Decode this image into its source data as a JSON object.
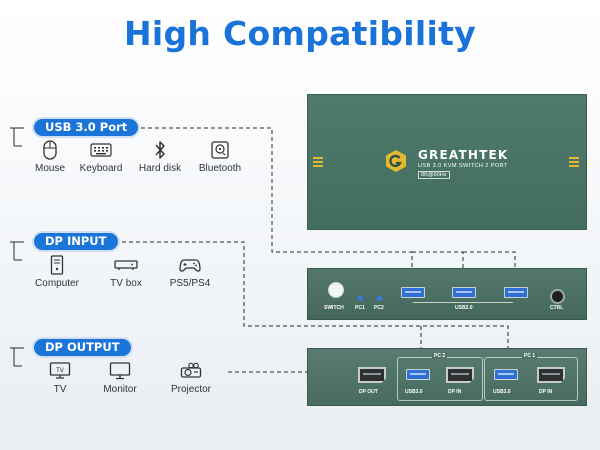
{
  "title": "High Compatibility",
  "usb_section": {
    "label": "USB 3.0 Port",
    "devices": [
      {
        "name": "Mouse",
        "icon": "mouse-icon"
      },
      {
        "name": "Keyboard",
        "icon": "keyboard-icon"
      },
      {
        "name": "Hard disk",
        "icon": "bluetooth-icon"
      },
      {
        "name": "Bluetooth",
        "icon": "hard-disk-icon"
      }
    ]
  },
  "dp_input_section": {
    "label": "DP INPUT",
    "devices": [
      {
        "name": "Computer",
        "icon": "computer-tower-icon"
      },
      {
        "name": "TV box",
        "icon": "tv-box-icon"
      },
      {
        "name": "PS5/PS4",
        "icon": "gamepad-icon"
      }
    ]
  },
  "dp_output_section": {
    "label": "DP OUTPUT",
    "devices": [
      {
        "name": "TV",
        "icon": "tv-icon"
      },
      {
        "name": "Monitor",
        "icon": "monitor-icon"
      },
      {
        "name": "Projector",
        "icon": "projector-icon"
      }
    ]
  },
  "product": {
    "brand": "GREATHTEK",
    "subtitle": "USB 3.0 KVM SWITCH 2 PORT",
    "resolution": "8K@60Hz",
    "front": {
      "switch": "SWITCH",
      "pc1": "PC1",
      "pc2": "PC2",
      "usb": "USB3.0",
      "ctrl": "CTRL"
    },
    "back": {
      "pc2": "PC 2",
      "pc1": "PC 1",
      "dp_out": "DP OUT",
      "usb": "USB3.0",
      "dp_in": "DP IN"
    }
  },
  "colors": {
    "accent": "#1b74d8",
    "title": "#1a73d9",
    "device_body": "#4a7364",
    "grip": "#e2b930",
    "led": "#2f7bf0"
  }
}
